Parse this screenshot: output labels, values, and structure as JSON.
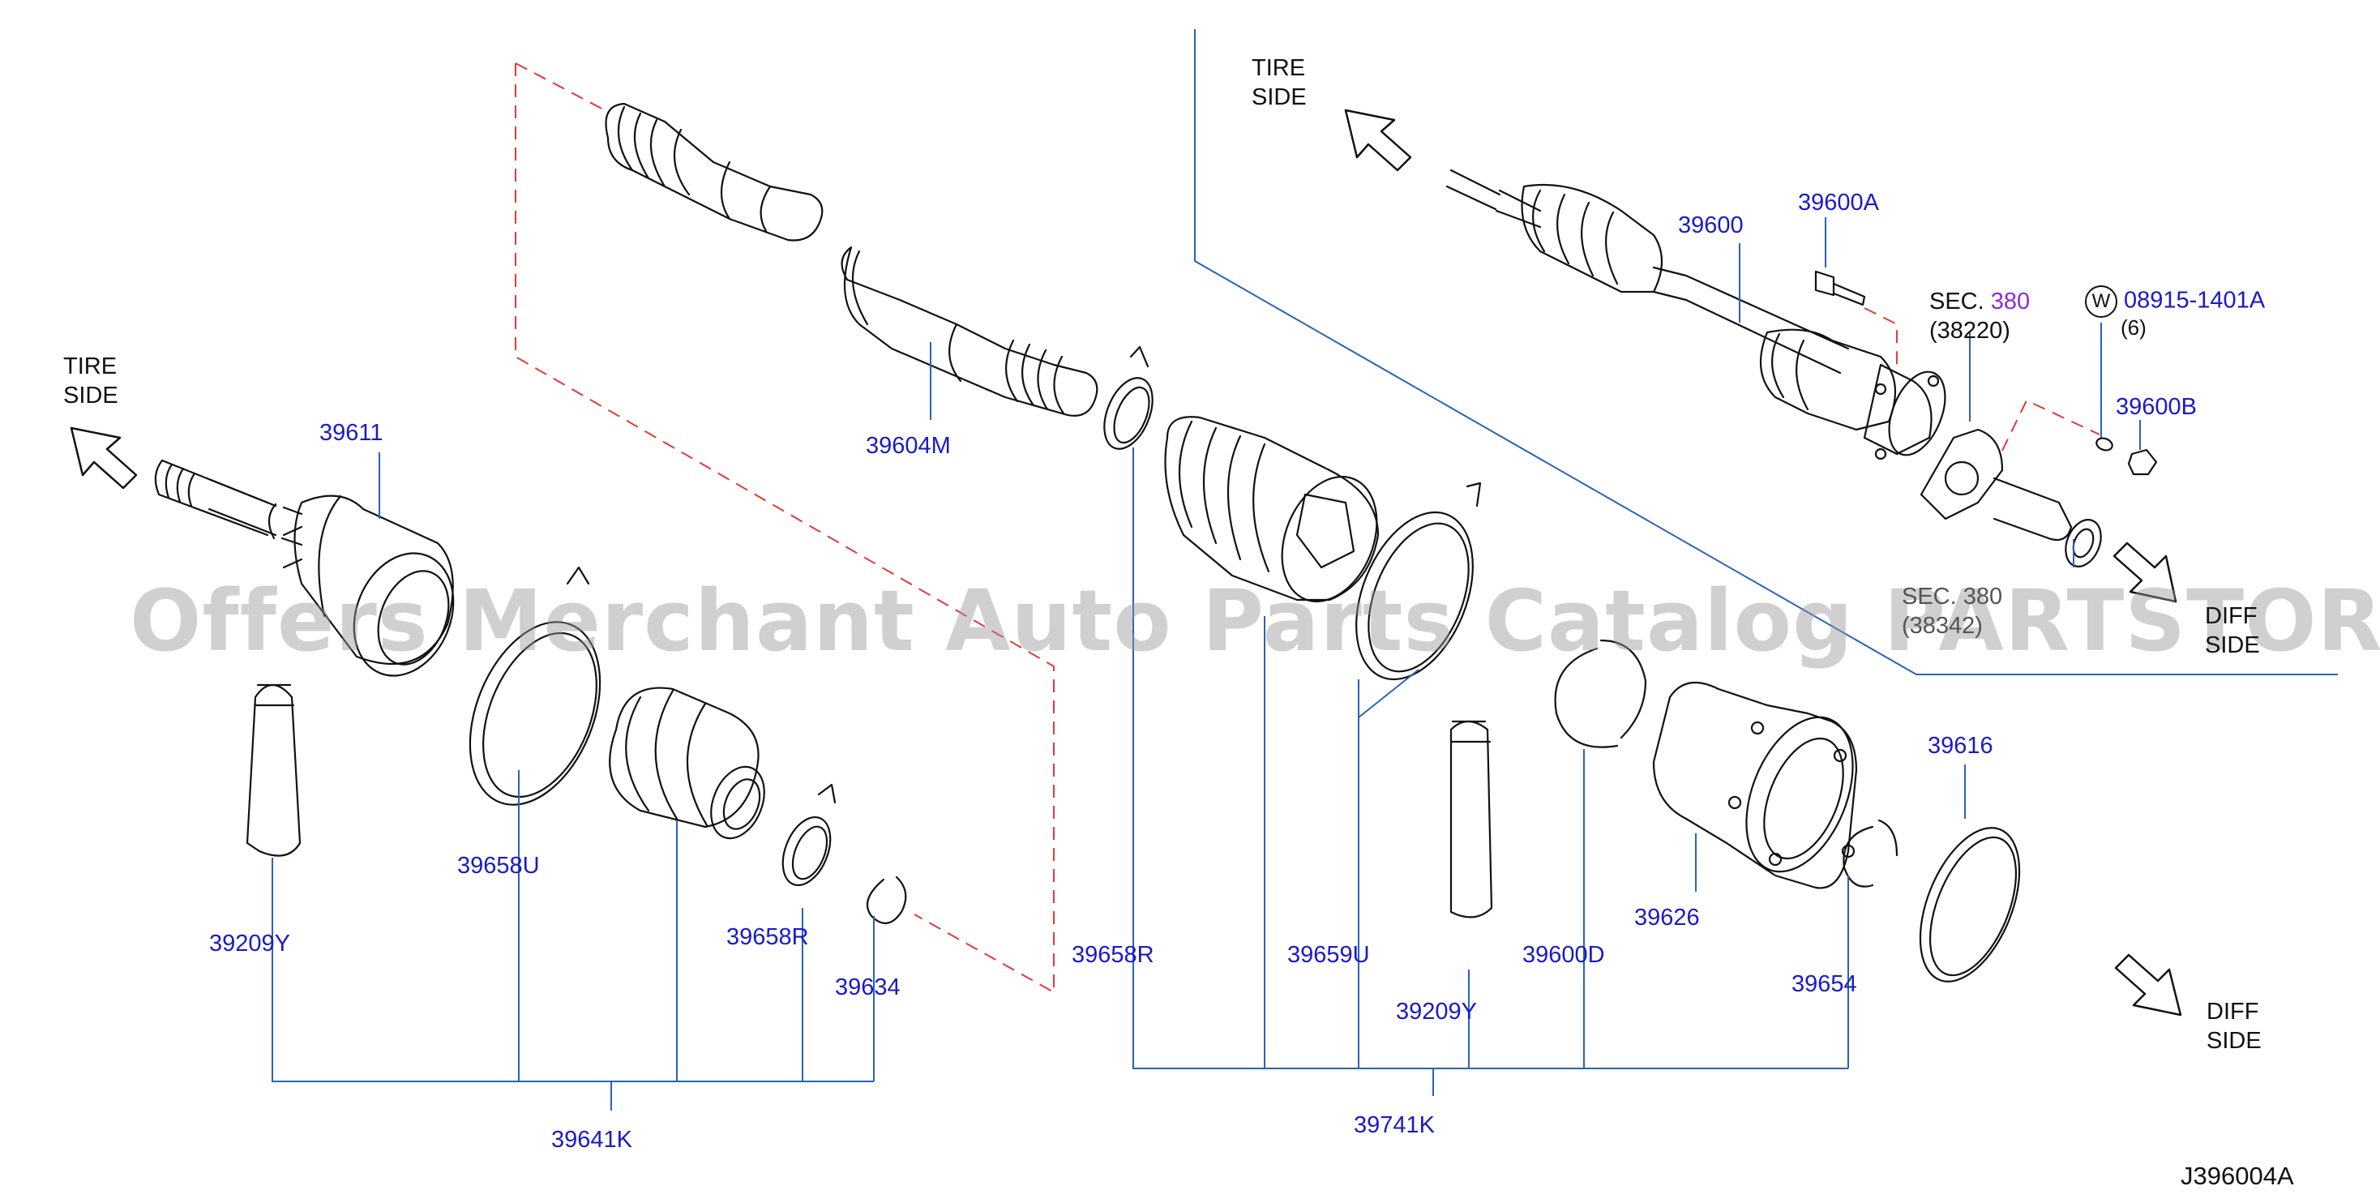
{
  "labels": {
    "p39611": "39611",
    "p39604M": "39604M",
    "p39209Y_left": "39209Y",
    "p39658U": "39658U",
    "p39658R_left": "39658R",
    "p39634": "39634",
    "p39641K": "39641K",
    "p39658R_mid": "39658R",
    "p39659U": "39659U",
    "p39209Y_mid": "39209Y",
    "p39600D": "39600D",
    "p39741K": "39741K",
    "p39626": "39626",
    "p39654": "39654",
    "p39616": "39616",
    "p39600": "39600",
    "p39600A": "39600A",
    "p39600B": "39600B",
    "p08915": "08915-1401A",
    "p08915_qty": "(6)",
    "washer_symbol": "W",
    "sec_380": "SEC.",
    "sec_380_num": "380",
    "sec_380_sub": "(38220)",
    "sec_obscured": "SEC. 380",
    "sec_obscured_sub": "(38342)"
  },
  "directions": {
    "tire_side_left": [
      "TIRE",
      "SIDE"
    ],
    "tire_side_right": [
      "TIRE",
      "SIDE"
    ],
    "diff_side_top": [
      "DIFF",
      "SIDE"
    ],
    "diff_side_bottom": [
      "DIFF",
      "SIDE"
    ]
  },
  "diagram_code": "J396004A",
  "watermark": "Offers Merchant Auto Parts Catalog PARTSTORE.SA",
  "colors": {
    "leader": "#2a62b8",
    "part_number": "#1a1ac8",
    "dashed": "#e23a3a",
    "ink": "#111111",
    "sec_highlight": "#8a2be2"
  }
}
